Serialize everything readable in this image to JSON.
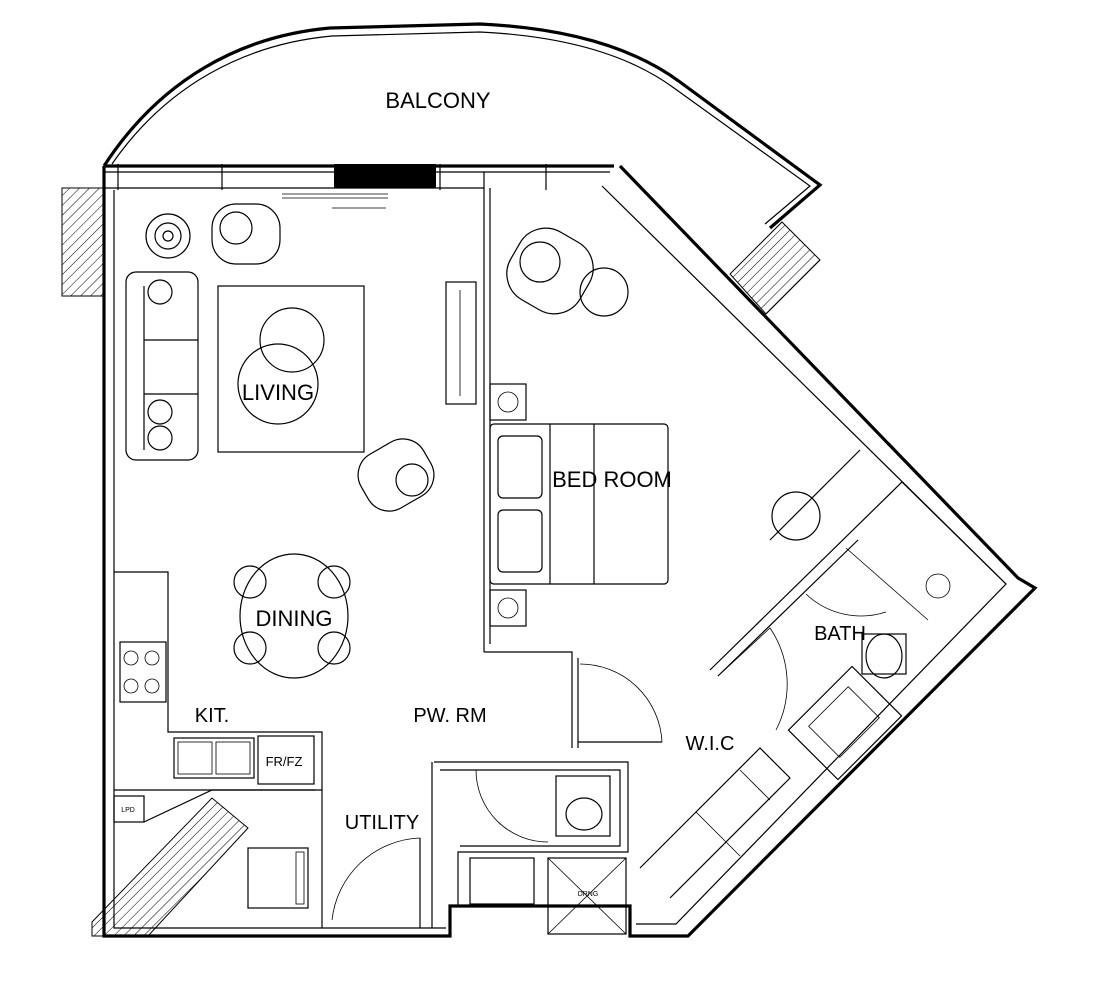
{
  "rooms": {
    "balcony": "BALCONY",
    "living": "LIVING",
    "bedroom": "BED ROOM",
    "dining": "DINING",
    "bath": "BATH",
    "kitchen": "KIT.",
    "powder_room": "PW. RM",
    "wic": "W.I.C",
    "utility": "UTILITY"
  },
  "fixtures": {
    "fridge_freezer": "FR/FZ",
    "lpd": "LPD",
    "drain": "DRNG"
  }
}
